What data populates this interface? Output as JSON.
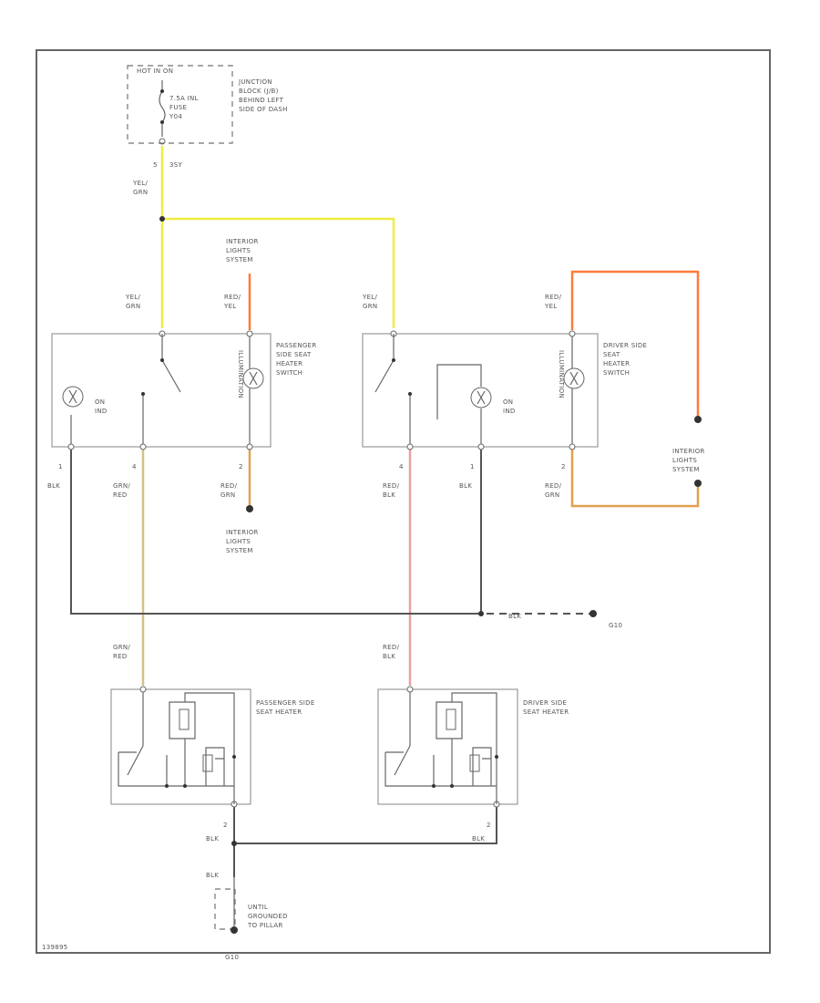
{
  "colors": {
    "yel_grn": "#eeee44",
    "red_yel": "#ff7a3c",
    "red_grn": "#e0a050",
    "grn_red": "#d6c08a",
    "red_blk": "#e9a0a6",
    "blk": "#555555"
  },
  "junction_block": {
    "header": "HOT IN ON",
    "fuse_lines": [
      "7.5A INL",
      "FUSE",
      "Y04"
    ],
    "label_lines": [
      "JUNCTION",
      "BLOCK (J/B)",
      "BEHIND LEFT",
      "SIDE OF DASH"
    ]
  },
  "fuse_wire": {
    "pin": "5",
    "code": "3SY",
    "color_lines": [
      "YEL/",
      "GRN"
    ]
  },
  "passenger_switch": {
    "label_lines": [
      "PASSENGER",
      "SIDE SEAT",
      "HEATER",
      "SWITCH"
    ],
    "lamp_text": [
      "ON",
      "IND"
    ],
    "illum_text": "ILLUMINATION",
    "top_wires": [
      {
        "color_lines": [
          "YEL/",
          "GRN"
        ]
      },
      {
        "color_lines": [
          "RED/",
          "YEL"
        ]
      }
    ],
    "bottom_wires": [
      {
        "pin": "1",
        "color_lines": [
          "BLK"
        ]
      },
      {
        "pin": "4",
        "color_lines": [
          "GRN/",
          "RED"
        ]
      },
      {
        "pin": "2",
        "color_lines": [
          "RED/",
          "GRN"
        ]
      }
    ]
  },
  "driver_switch": {
    "label_lines": [
      "DRIVER SIDE",
      "SEAT",
      "HEATER",
      "SWITCH"
    ],
    "lamp_text": [
      "ON",
      "IND"
    ],
    "illum_text": "ILLUMINATION",
    "top_wires": [
      {
        "color_lines": [
          "YEL/",
          "GRN"
        ]
      },
      {
        "color_lines": [
          "RED/",
          "YEL"
        ]
      }
    ],
    "bottom_wires": [
      {
        "pin": "4",
        "color_lines": [
          "RED/",
          "BLK"
        ]
      },
      {
        "pin": "1",
        "color_lines": [
          "BLK"
        ]
      },
      {
        "pin": "2",
        "color_lines": [
          "RED/",
          "GRN"
        ]
      }
    ]
  },
  "interior_lights": {
    "top_center": [
      "INTERIOR",
      "LIGHTS",
      "SYSTEM"
    ],
    "bottom_left": [
      "INTERIOR",
      "LIGHTS",
      "SYSTEM"
    ],
    "right": [
      "INTERIOR",
      "LIGHTS",
      "SYSTEM"
    ]
  },
  "ground_bus": {
    "color": "BLK",
    "dest": "G10"
  },
  "passenger_heater": {
    "label_lines": [
      "PASSENGER SIDE",
      "SEAT HEATER"
    ],
    "in_wire": [
      "GRN/",
      "RED"
    ],
    "out_pin": "2",
    "out_color": "BLK"
  },
  "driver_heater": {
    "label_lines": [
      "DRIVER SIDE",
      "SEAT HEATER"
    ],
    "in_wire": [
      "RED/",
      "BLK"
    ],
    "out_pin": "2",
    "out_color": "BLK"
  },
  "ground": {
    "lower_color": "BLK",
    "label_lines": [
      "UNTIL",
      "GROUNDED",
      "TO PILLAR"
    ],
    "id": "G10"
  },
  "figure_id": "139895"
}
